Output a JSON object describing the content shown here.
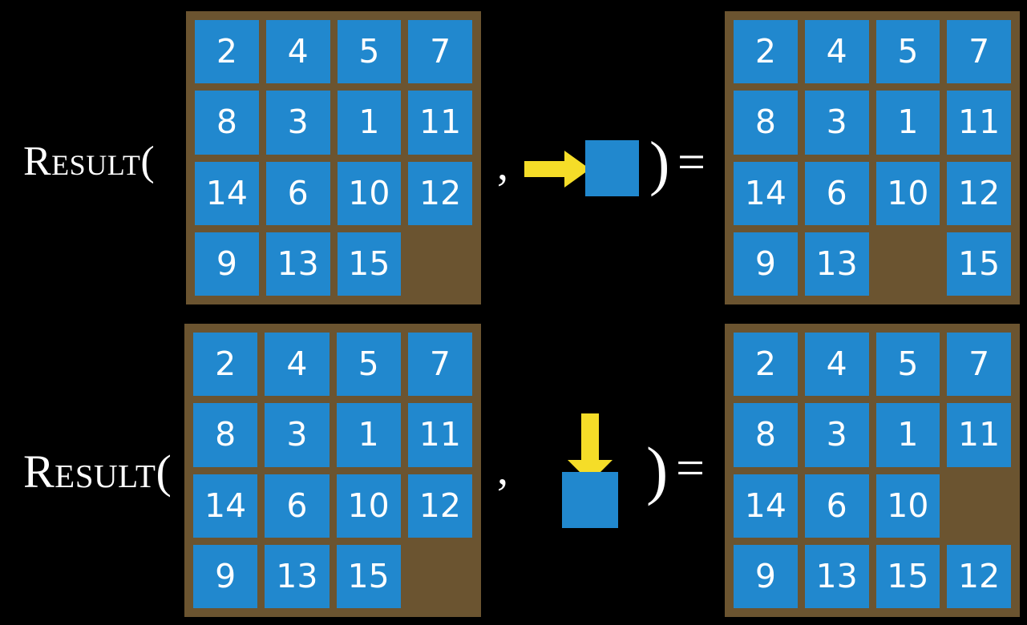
{
  "title": "Result function on a 15-puzzle",
  "colors": {
    "background": "#000000",
    "tile": "#2188ce",
    "frame": "#6b5430",
    "arrow": "#f5dd28",
    "text": "#ffffff"
  },
  "labels": {
    "result": "Result(",
    "comma": ",",
    "close_paren": ")",
    "equals": "="
  },
  "rows": [
    {
      "id": "row-right-move",
      "label": "Result(",
      "input_board": {
        "name": "initial-board",
        "rows": 4,
        "cols": 4,
        "tiles": [
          [
            "2",
            "4",
            "5",
            "7"
          ],
          [
            "8",
            "3",
            "1",
            "11"
          ],
          [
            "14",
            "6",
            "10",
            "12"
          ],
          [
            "9",
            "13",
            "15",
            ""
          ]
        ]
      },
      "action": {
        "name": "move-right",
        "arrow_direction": "right",
        "icon": "arrow-right-icon",
        "tile_label": ""
      },
      "output_board": {
        "name": "result-board",
        "rows": 4,
        "cols": 4,
        "tiles": [
          [
            "2",
            "4",
            "5",
            "7"
          ],
          [
            "8",
            "3",
            "1",
            "11"
          ],
          [
            "14",
            "6",
            "10",
            "12"
          ],
          [
            "9",
            "13",
            "",
            "15"
          ]
        ]
      }
    },
    {
      "id": "row-down-move",
      "label": "Result(",
      "input_board": {
        "name": "initial-board",
        "rows": 4,
        "cols": 4,
        "tiles": [
          [
            "2",
            "4",
            "5",
            "7"
          ],
          [
            "8",
            "3",
            "1",
            "11"
          ],
          [
            "14",
            "6",
            "10",
            "12"
          ],
          [
            "9",
            "13",
            "15",
            ""
          ]
        ]
      },
      "action": {
        "name": "move-down",
        "arrow_direction": "down",
        "icon": "arrow-down-icon",
        "tile_label": ""
      },
      "output_board": {
        "name": "result-board",
        "rows": 4,
        "cols": 4,
        "tiles": [
          [
            "2",
            "4",
            "5",
            "7"
          ],
          [
            "8",
            "3",
            "1",
            "11"
          ],
          [
            "14",
            "6",
            "10",
            ""
          ],
          [
            "9",
            "13",
            "15",
            "12"
          ]
        ]
      }
    }
  ]
}
